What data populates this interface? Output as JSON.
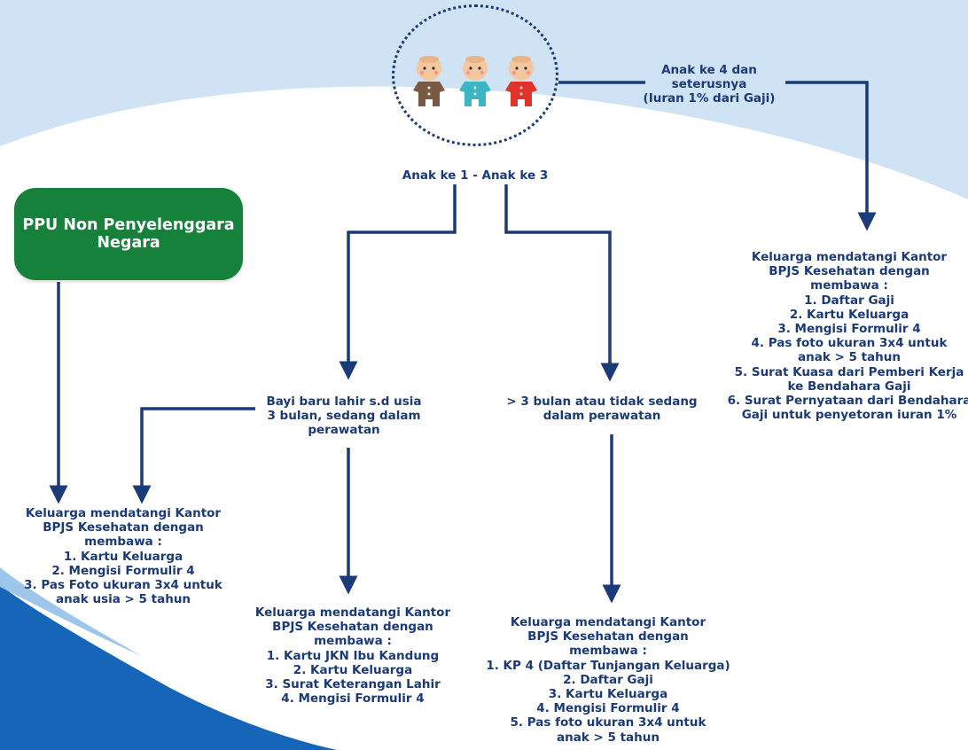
{
  "nodes": {
    "ppu_box": "PPU Non Penyelenggara\nNegara",
    "anak4_label": [
      "Anak ke 4 dan",
      "seterusnya",
      "(Iuran 1% dari Gaji)"
    ],
    "anak13_label": "Anak ke 1 - Anak ke 3",
    "bayi_label": [
      "Bayi baru lahir s.d usia",
      "3 bulan, sedang dalam",
      "perawatan"
    ],
    "gt3_label": [
      "> 3 bulan atau tidak sedang",
      "dalam perawatan"
    ],
    "list_ppu": [
      "Keluarga mendatangi Kantor",
      "BPJS Kesehatan dengan",
      "membawa :",
      "1. Kartu Keluarga",
      "2. Mengisi Formulir 4",
      "3. Pas Foto ukuran 3x4 untuk",
      "anak usia > 5 tahun"
    ],
    "list_bayi": [
      "Keluarga mendatangi Kantor",
      "BPJS Kesehatan dengan",
      "membawa :",
      "1. Kartu JKN Ibu Kandung",
      "2. Kartu Keluarga",
      "3. Surat Keterangan Lahir",
      "4. Mengisi Formulir 4"
    ],
    "list_gt3": [
      "Keluarga mendatangi Kantor",
      "BPJS Kesehatan dengan",
      "membawa :",
      "1. KP 4 (Daftar Tunjangan Keluarga)",
      "2. Daftar Gaji",
      "3. Kartu Keluarga",
      "4. Mengisi Formulir 4",
      "5. Pas foto ukuran 3x4 untuk",
      "anak > 5 tahun"
    ],
    "list_anak4": [
      "Keluarga mendatangi Kantor",
      "BPJS Kesehatan dengan",
      "membawa :",
      "1. Daftar Gaji",
      "2. Kartu Keluarga",
      "3. Mengisi Formulir 4",
      "4. Pas foto ukuran 3x4 untuk",
      "anak > 5 tahun",
      "5. Surat Kuasa dari Pemberi Kerja",
      "ke Bendahara Gaji",
      "6. Surat Pernyataan dari Bendahara",
      "Gaji untuk penyetoran iuran 1%"
    ]
  },
  "colors": {
    "text": "#1b3a78",
    "arrow": "#1b3a78",
    "ppu_box": "#16813a",
    "wave_dark": "#1565b8",
    "wave_light": "#d7e9f6"
  },
  "babies": [
    {
      "icon": "baby-brown-icon",
      "color": "#7a5a43"
    },
    {
      "icon": "baby-cyan-icon",
      "color": "#3cb6c2"
    },
    {
      "icon": "baby-red-icon",
      "color": "#e0342a"
    }
  ]
}
